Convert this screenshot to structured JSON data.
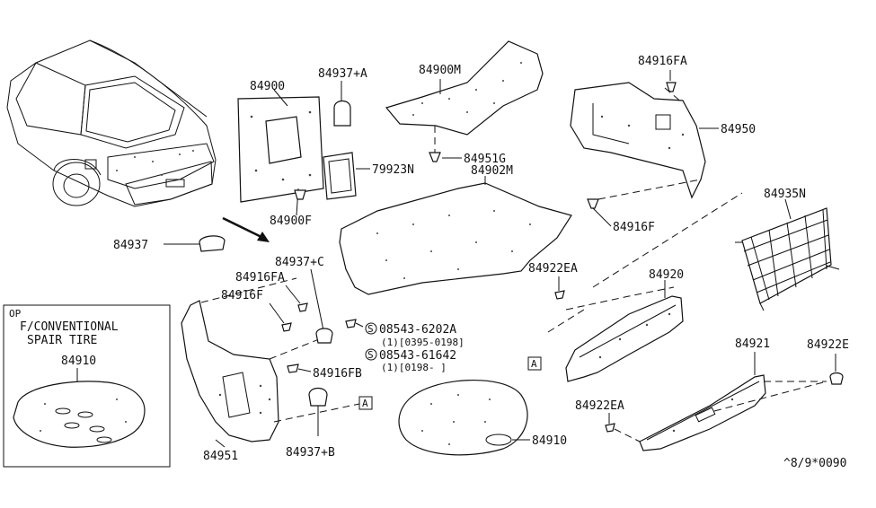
{
  "labels": {
    "p84900": "84900",
    "p84937a": "84937+A",
    "p84900m": "84900M",
    "p84916fa_top": "84916FA",
    "p84950": "84950",
    "p84951g": "84951G",
    "p79923n": "79923N",
    "p84902m": "84902M",
    "p84900f": "84900F",
    "p84916f_right": "84916F",
    "p84935n": "84935N",
    "p84937": "84937",
    "p84937c": "84937+C",
    "p84916fa_left": "84916FA",
    "p84916f_left": "84916F",
    "p84922ea_top": "84922EA",
    "p84920": "84920",
    "p84921": "84921",
    "p84922e": "84922E",
    "p84916fb": "84916FB",
    "p84922ea_bot": "84922EA",
    "p84910_inset": "84910",
    "p84910": "84910",
    "p84951": "84951",
    "p84937b": "84937+B",
    "ref_a": "A",
    "ref_a2": "A",
    "code": "^8/9*0090"
  },
  "screws": {
    "s_symbol": "S",
    "s1_part": "08543-6202A",
    "s1_range": "(1)[0395-0198]",
    "s2_part": "08543-61642",
    "s2_range": "(1)[0198-     ]"
  },
  "inset": {
    "op": "OP",
    "title": "F/CONVENTIONAL",
    "subtitle": "SPAIR TIRE"
  }
}
